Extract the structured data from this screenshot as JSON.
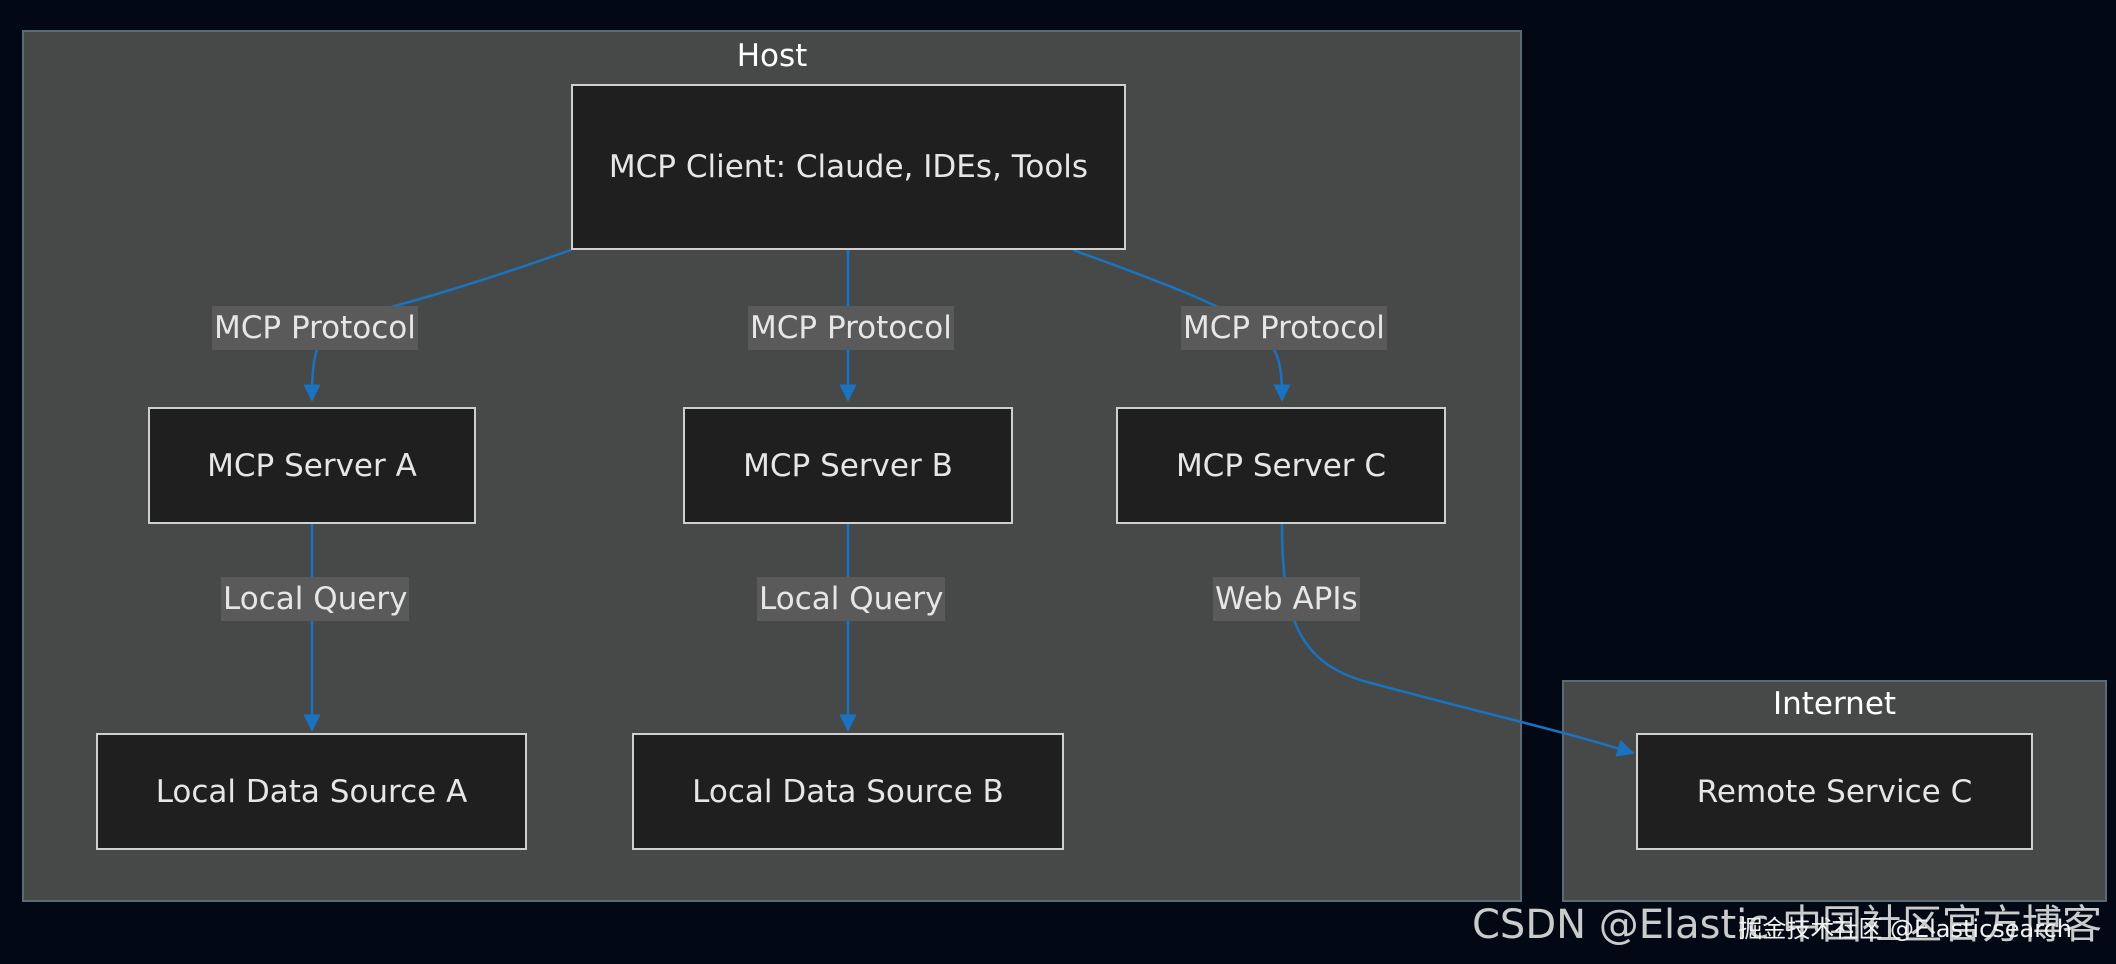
{
  "clusters": {
    "host": {
      "title": "Host"
    },
    "internet": {
      "title": "Internet"
    }
  },
  "nodes": {
    "client": "MCP Client: Claude, IDEs, Tools",
    "server_a": "MCP Server A",
    "server_b": "MCP Server B",
    "server_c": "MCP Server C",
    "source_a": "Local Data Source A",
    "source_b": "Local Data Source B",
    "remote_c": "Remote Service C"
  },
  "edges": [
    {
      "from": "MCP Client: Claude, IDEs, Tools",
      "to": "MCP Server A",
      "label": "MCP Protocol"
    },
    {
      "from": "MCP Client: Claude, IDEs, Tools",
      "to": "MCP Server B",
      "label": "MCP Protocol"
    },
    {
      "from": "MCP Client: Claude, IDEs, Tools",
      "to": "MCP Server C",
      "label": "MCP Protocol"
    },
    {
      "from": "MCP Server A",
      "to": "Local Data Source A",
      "label": "Local Query"
    },
    {
      "from": "MCP Server B",
      "to": "Local Data Source B",
      "label": "Local Query"
    },
    {
      "from": "MCP Server C",
      "to": "Remote Service C",
      "label": "Web APIs"
    }
  ],
  "colors": {
    "background": "#020914",
    "cluster_fill": "#474948",
    "node_fill": "#1f1f1f",
    "edge": "#1a73c0"
  },
  "watermark": {
    "main": "CSDN @Elastic 中国社区官方博客",
    "overlay": "掘金技术社区 @Elasticsearch"
  }
}
